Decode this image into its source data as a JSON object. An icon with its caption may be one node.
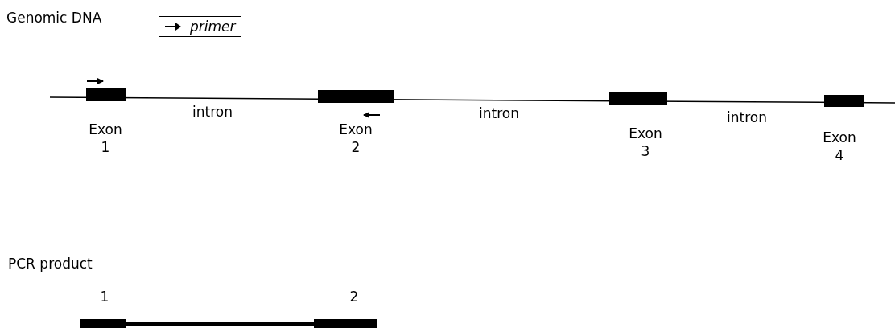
{
  "diagram": {
    "labels": [
      "Genomic DNA",
      "Exon 1",
      "intron",
      "Exon 2",
      "intron",
      "Exon 3",
      "intron",
      "Exon 4",
      "PCR product",
      "1",
      "2"
    ],
    "legend": [
      {
        "text": "primer"
      }
    ]
  }
}
